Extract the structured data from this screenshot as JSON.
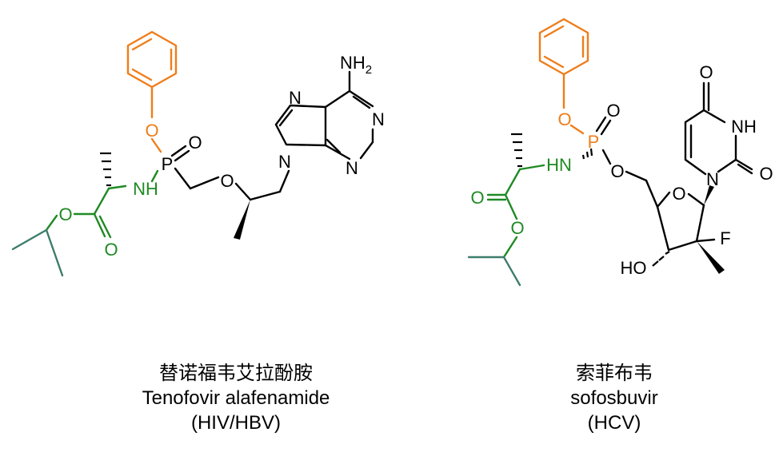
{
  "colors": {
    "bond": "#000000",
    "phenoxy": "#ef7d1a",
    "amino_acid": "#1f8a24",
    "ester_alkyl": "#3d7d6c"
  },
  "left": {
    "atoms": {
      "O_phenoxy": "O",
      "P": "P",
      "O_oxo": "O",
      "NH": "NH",
      "O_ester": "O",
      "O_carbonyl": "O",
      "O_ether": "O",
      "N9": "N",
      "N7": "N",
      "N1": "N",
      "N3": "N",
      "NH2": "NH",
      "NH2_sub": "2"
    },
    "caption": {
      "name_cn": "替诺福韦艾拉酚胺",
      "name_en": "Tenofovir alafenamide",
      "indication": "(HIV/HBV)"
    }
  },
  "right": {
    "atoms": {
      "O_phenoxy": "O",
      "P": "P",
      "O_oxo": "O",
      "NH": "HN",
      "O_5prime": "O",
      "O_carbonyl": "O",
      "O_ester": "O",
      "O_ring": "O",
      "N1": "N",
      "N3": "NH",
      "O2": "O",
      "O4": "O",
      "F": "F",
      "HO": "HO"
    },
    "caption": {
      "name_cn": "索菲布韦",
      "name_en": "sofosbuvir",
      "indication": "(HCV)"
    }
  }
}
